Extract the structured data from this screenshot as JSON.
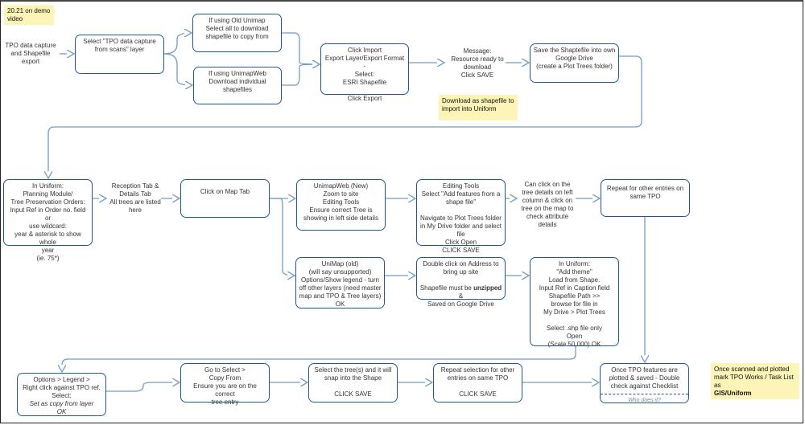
{
  "notes": {
    "demo_video": "20.21 on demo\nvideo",
    "download_note": "Download as shapefile to\nimport into Uniform",
    "final_note_line1": "Once scanned and plotted\nmark TPO Works / Task List\nas",
    "final_note_bold": "GIS/Uniform"
  },
  "start_text": "TPO data capture\nand Shapefile\nexport",
  "boxes": {
    "select_layer": "Select \"TPO data capture\nfrom scans\" layer",
    "old_unimap": "If using Old Unimap\nSelect all to download\nshapefile to copy from",
    "unimapweb_download": "If using UnimapWeb\nDownload individual\nshapefiles",
    "click_import": "Click Import\nExport Layer/Export Format -\nSelect:\nESRI Shapefile\n\nClick Export",
    "save_shapefile": "Save the Shaptefile into own\nGoogle Drive\n(create a Plot Trees folder)",
    "in_uniform": "In Uniform:\nPlanning Module/\nTree Preservation Orders:\nInput Ref in Order no. field or\nuse wildcard:\nyear & asterisk to show whole\nyear\n(ie. 75*)",
    "map_tab": "Click on Map Tab",
    "unimapweb_new": "UnimapWeb (New)\nZoom to site\nEditing Tools\nEnsure correct Tree is\nshowing in left side details",
    "editing_tools": "Editing Tools\nSelect \"Add features from a\nshape file\"\n\nNavigate to Plot Trees folder\nin My Drive folder and select\nfile\nClick Open\nCLICK SAVE",
    "repeat_entries": "Repeat for other entries on\nsame TPO",
    "unimap_old": "UniMap (old)\n(will say unsupported)\nOptions/Show legend - turn\noff other layers (need master\nmap and TPO & Tree layers)\nOK",
    "double_click_pre": "Double click on Address to\nbring up site\n\nShapefile must be ",
    "double_click_bold": "unzipped",
    "double_click_post": " &\nSaved on Google Drive",
    "add_theme": "In Uniform:\n\"Add theme\"\nLoad from Shape.\nInput Ref in Caption field\nShapefile Path >>\nbrowse for file in\nMy Drive > Plot Trees\n\nSelect .shp file only\nOpen\n(Scale 50,000) OK",
    "options_legend": "Options > Legend >\nRight click against TPO ref.\nSelect:",
    "options_legend_italic": "Set as copy from layer\nOK",
    "copy_from": "Go to Select >\nCopy From\nEnsure you are on the correct\ntree entry",
    "select_tree": "Select the tree(s) and it will\nsnap into the Shape\n\nCLICK SAVE",
    "repeat_selection": "Repeat selection for other\nentries on same TPO\n\nCLICK SAVE",
    "once_plotted": "Once TPO features are\nplotted & saved - Double\ncheck against Checklist",
    "once_plotted_sub": "Who does it?"
  },
  "labels": {
    "message": "Message:\nResource ready to\ndownload\nClick SAVE",
    "reception": "Reception Tab &\nDetails Tab\nAll trees are listed\nhere",
    "can_click": "Can click on the\ntree details on left\ncolumn & click on\ntree on the map to\ncheck attribute\ndetails"
  },
  "colors": {
    "stroke": "#1f5a96",
    "connector": "#6f9cc8",
    "note": "#fdf5b7"
  }
}
